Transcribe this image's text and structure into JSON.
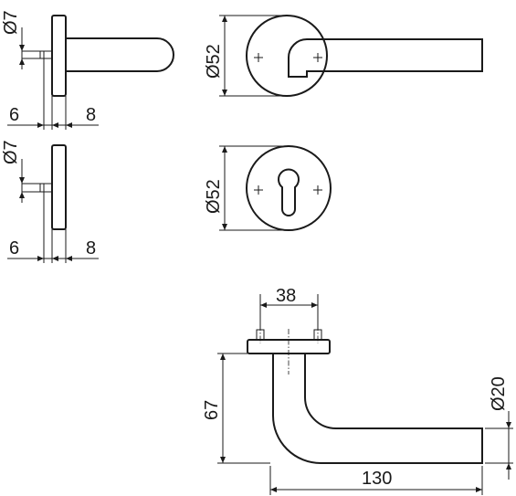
{
  "drawing": {
    "rose_side_top": {
      "dia_label": "Ø7",
      "left_label": "6",
      "right_label": "8"
    },
    "rose_side_bottom": {
      "dia_label": "Ø7",
      "left_label": "6",
      "right_label": "8"
    },
    "rose_front_top": {
      "dia_label": "Ø52"
    },
    "rose_front_bottom": {
      "dia_label": "Ø52"
    },
    "handle": {
      "spacing_label": "38",
      "height_label": "67",
      "length_label": "130",
      "grip_dia_label": "Ø20"
    }
  }
}
